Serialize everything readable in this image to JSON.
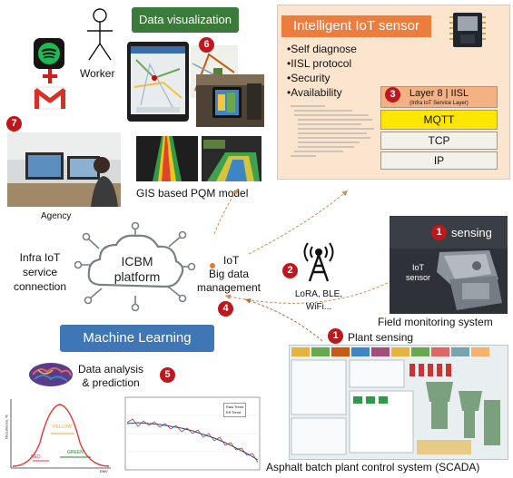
{
  "worker": {
    "label": "Worker"
  },
  "data_visualization": {
    "label": "Data visualization"
  },
  "sensor_panel": {
    "title": "Intelligent IoT sensor",
    "features": [
      "•Self diagnose",
      "•IISL protocol",
      "•Security",
      "•Availability"
    ],
    "layers": {
      "iisl_title": "Layer 8 | IISL",
      "iisl_sub": "(Infra IoT Service Layer)",
      "mqtt": "MQTT",
      "tcp": "TCP",
      "ip": "IP"
    },
    "colors": {
      "header": "#ec7d3d",
      "panel_bg": "#fbe5cf",
      "iisl": "#f4b183",
      "mqtt": "#ffe600"
    }
  },
  "agency": {
    "label": "Agency"
  },
  "gis": {
    "label": "GIS based PQM model"
  },
  "infra_iot": {
    "label_lines": [
      "Infra IoT",
      "service",
      "connection"
    ]
  },
  "platform": {
    "line1": "ICBM",
    "line2": "platform"
  },
  "iot_bigdata": {
    "line1": "IoT",
    "line2": "Big data",
    "line3": "management"
  },
  "radio": {
    "line1": "LoRA, BLE,",
    "line2": "WiFi..."
  },
  "sensing": {
    "label": "sensing",
    "iot_sensor_line1": "IoT",
    "iot_sensor_line2": "sensor"
  },
  "field_monitoring": {
    "label": "Field monitoring system"
  },
  "plant_sensing": {
    "label": "Plant sensing"
  },
  "machine_learning": {
    "label": "Machine Learning",
    "color": "#3f76b6"
  },
  "data_analysis": {
    "line1": "Data analysis",
    "line2": "& prediction"
  },
  "scada": {
    "label": "Asphalt batch plant control system (SCADA)"
  },
  "bell_chart": {
    "yellow_label": "YELLOW",
    "green_label": "GREEN",
    "red_label": "RED",
    "x_label": "EMV",
    "y_label": "Occurrence, %"
  },
  "line_chart": {
    "legend": [
      "Raw Trend",
      "Eff Trend"
    ]
  },
  "badges": {
    "n1": "1",
    "n2": "2",
    "n3": "3",
    "n4": "4",
    "n5": "5",
    "n6": "6",
    "n7": "7"
  },
  "icons": [
    "spotify-icon",
    "gmail-icon",
    "worker-stick-figure-icon",
    "iot-board-icon",
    "radio-tower-icon",
    "brain-icon",
    "cloud-network-icon"
  ]
}
